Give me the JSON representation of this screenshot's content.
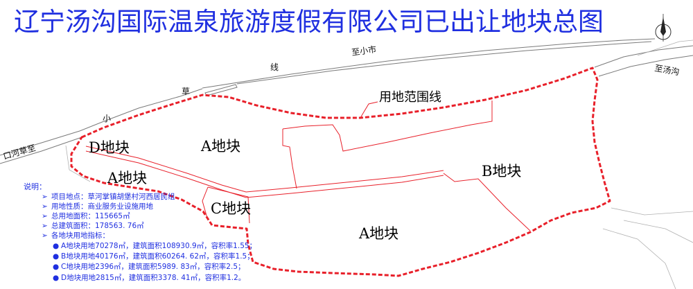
{
  "title": "辽宁汤沟国际温泉旅游度假有限公司已出让地块总图",
  "map": {
    "road_labels": {
      "to_xiaoshi": "至小市",
      "xian": "线",
      "cao": "草",
      "xiao": "小",
      "to_kouhecao": "口河草至",
      "to_tanggou": "至汤沟"
    },
    "boundary_label": "用地范围线",
    "blocks": {
      "d": "D地块",
      "a_north": "A地块",
      "a_west": "A地块",
      "c": "C地块",
      "b": "B地块",
      "a_south": "A地块"
    }
  },
  "legend": {
    "heading": "说明：",
    "arrow_glyph": "➢",
    "bullet_glyph": "●",
    "items": [
      "项目地点：草河掌镇胡堡村河西居民组",
      "用地性质：商业服务业设施用地",
      "总用地面积：115665㎡",
      "总建筑面积：178563. 76㎡",
      "各地块用地指标："
    ],
    "block_indicators": [
      "A地块用地70278㎡，建筑面积108930.9㎡，容积率1.55；",
      "B地块用地40176㎡，建筑面积60264. 62㎡，容积率1.5；",
      "C地块用地2396㎡，建筑面积5989. 83㎡，容积率2.5；",
      "D地块用地2815㎡，建筑面积3378. 41㎡，容积率1.2。"
    ]
  },
  "colors": {
    "title": "#1f2fe0",
    "boundary": "#e8202a",
    "road": "#7a7a7a",
    "legend": "#1f2fe0"
  },
  "icons": {
    "north_arrow": "north-arrow-icon"
  }
}
